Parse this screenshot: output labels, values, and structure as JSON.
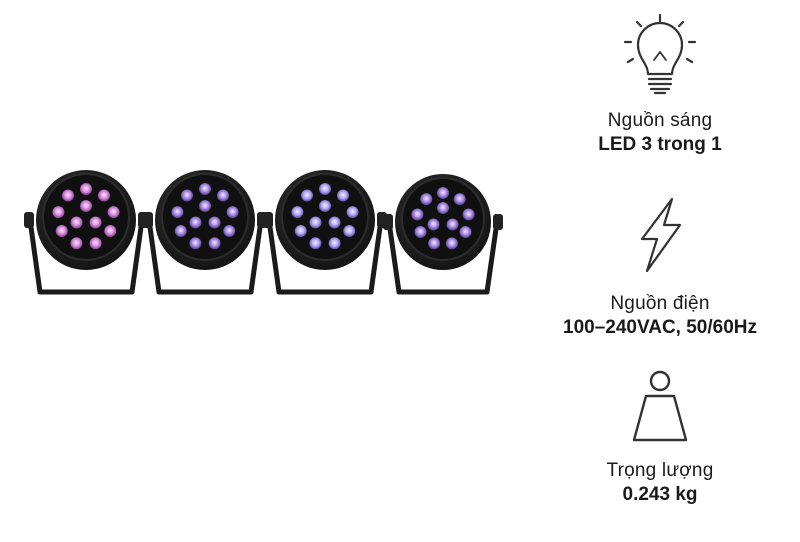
{
  "specs": [
    {
      "icon": "lightbulb-icon",
      "label": "Nguồn sáng",
      "value": "LED 3 trong 1"
    },
    {
      "icon": "lightning-bolt-icon",
      "label": "Nguồn điện",
      "value": "100–240VAC, 50/60Hz"
    },
    {
      "icon": "weight-icon",
      "label": "Trọng lượng",
      "value": "0.243 kg"
    }
  ],
  "colors": {
    "led_pink": "#d98be0",
    "led_violet": "#a889e6",
    "led_blue": "#b3a5f5",
    "body": "#1b1b1b",
    "icon_stroke": "#333333"
  }
}
